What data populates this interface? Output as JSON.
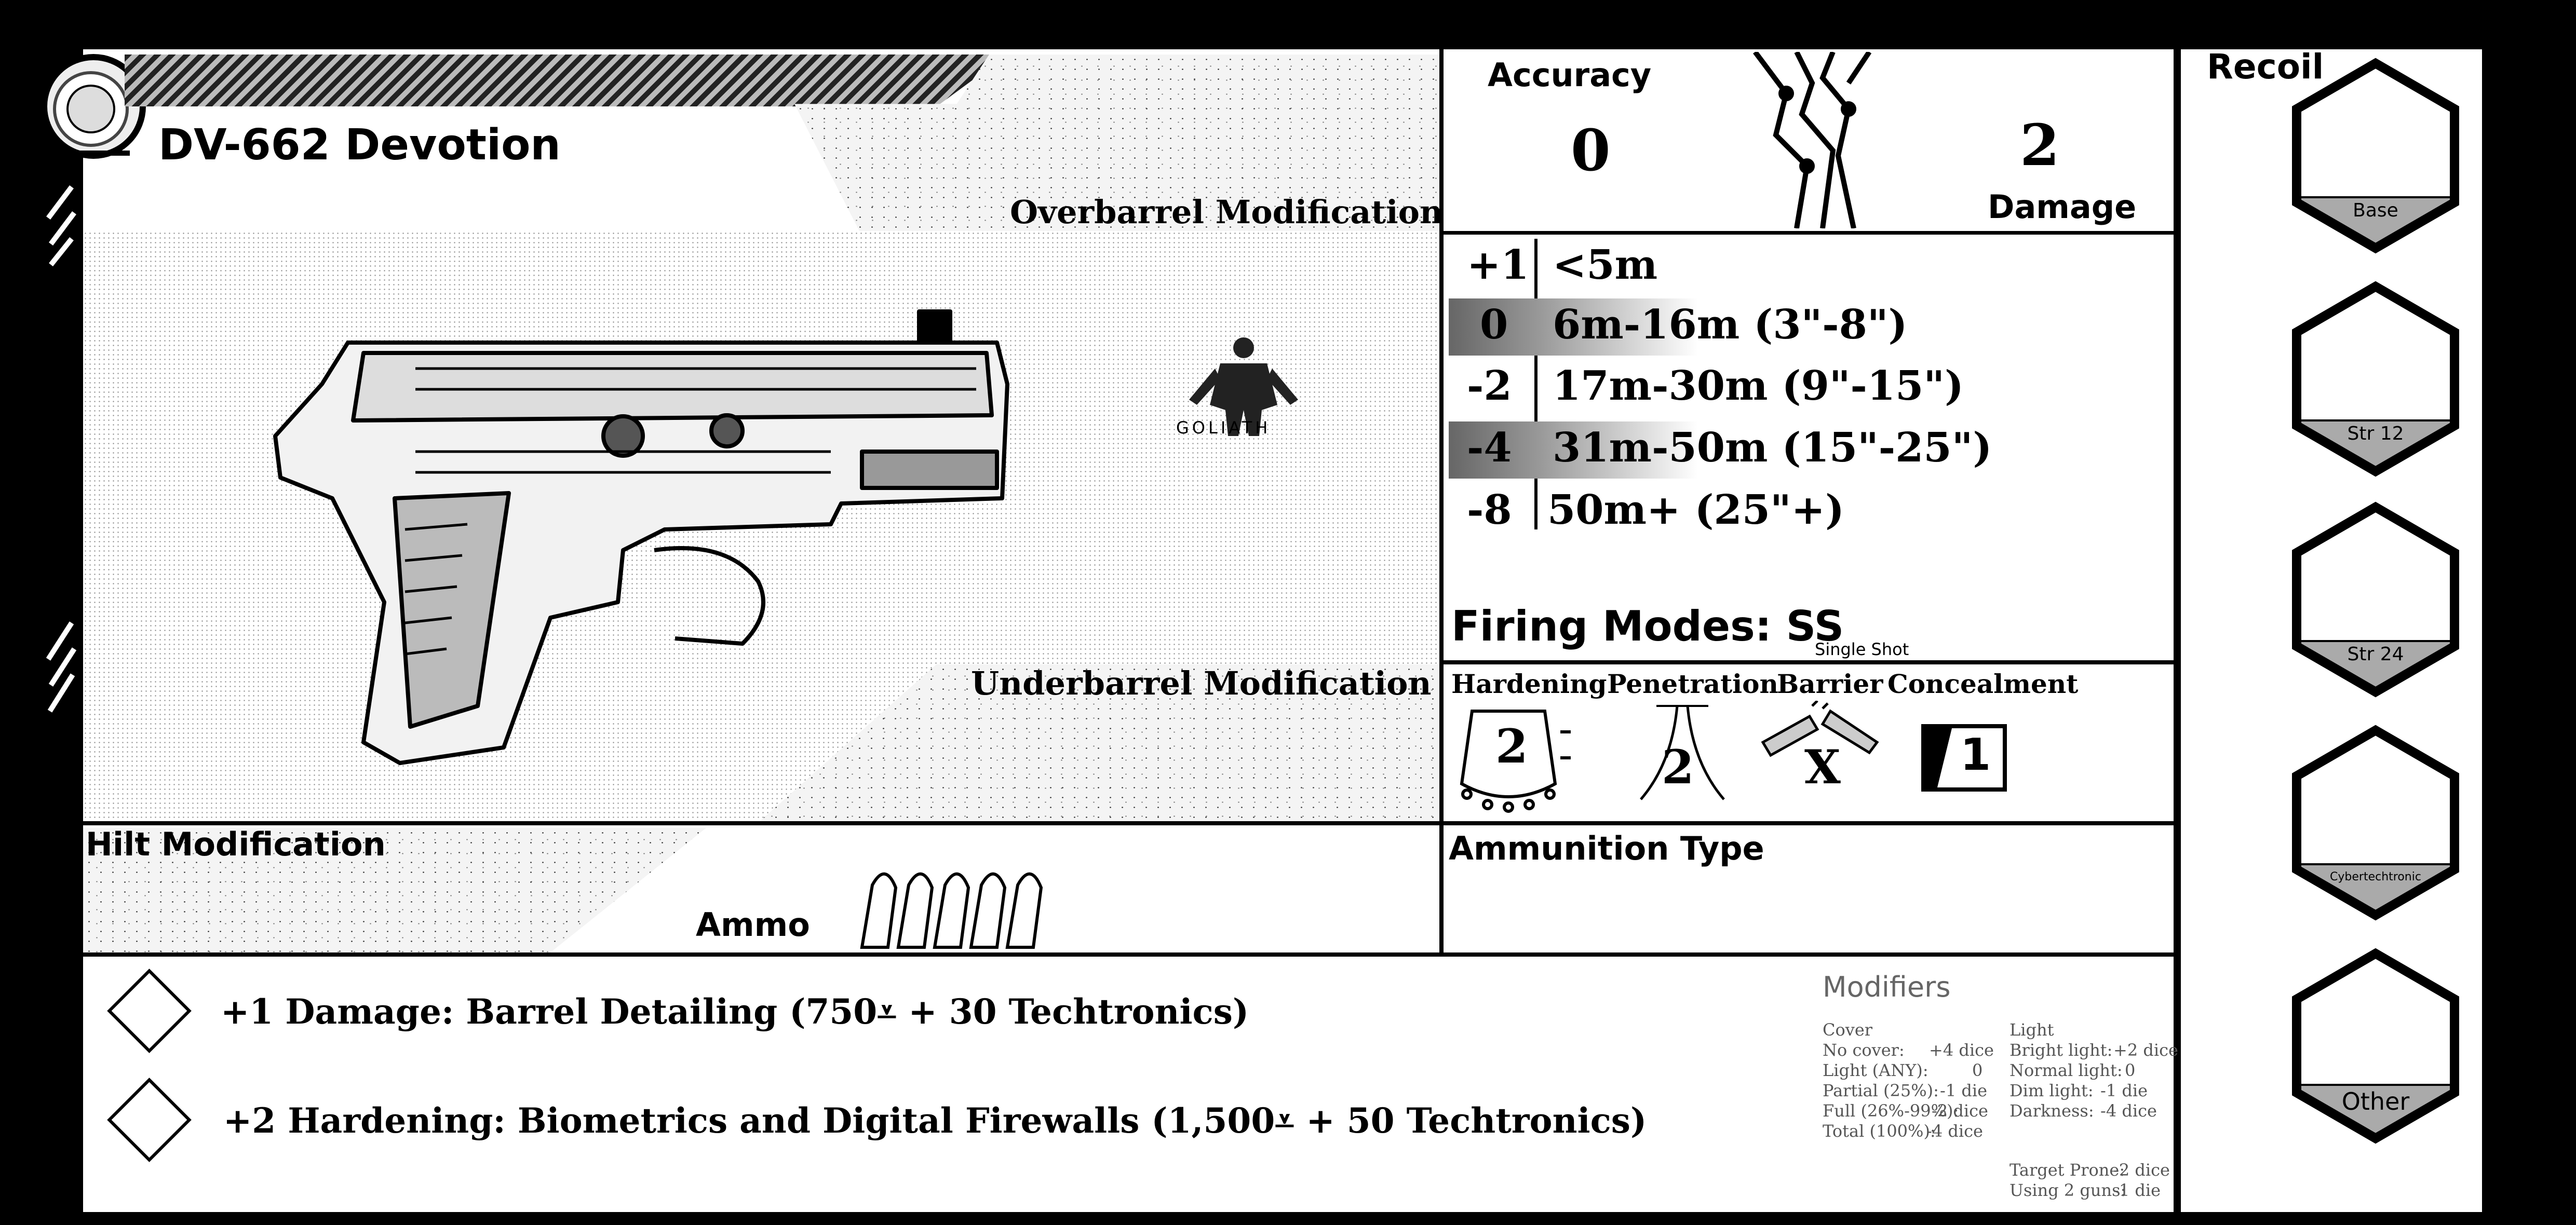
{
  "weapon": {
    "name": "DV-662 Devotion",
    "brand_logo_text": "GOLIATH"
  },
  "slots": {
    "overbarrel": "Overbarrel Modification",
    "underbarrel": "Underbarrel Modification",
    "hilt": "Hilt Modification",
    "ammo_label": "Ammo",
    "ammo_count": 5,
    "ammunition_type": "Ammunition Type"
  },
  "stats": {
    "accuracy_label": "Accuracy",
    "accuracy_value": "0",
    "damage_label": "Damage",
    "damage_value": "2"
  },
  "range_table": [
    {
      "mod": "+1",
      "range": "<5m",
      "shaded": false
    },
    {
      "mod": "0",
      "range": "6m-16m (3\"-8\")",
      "shaded": true
    },
    {
      "mod": "-2",
      "range": "17m-30m (9\"-15\")",
      "shaded": false
    },
    {
      "mod": "-4",
      "range": "31m-50m (15\"-25\")",
      "shaded": true
    },
    {
      "mod": "-8",
      "range": "50m+ (25\"+)",
      "shaded": false
    }
  ],
  "firing": {
    "label": "Firing Modes: SS",
    "subscript": "Single Shot"
  },
  "defense": {
    "hardening_label": "Hardening",
    "hardening_value": "2",
    "penetration_label": "Penetration",
    "penetration_value": "2",
    "barrier_label": "Barrier",
    "barrier_value": "X",
    "concealment_label": "Concealment",
    "concealment_value": "1"
  },
  "upgrades": [
    {
      "text": "+1 Damage: Barrel Detailing (750⩡ + 30 Techtronics)"
    },
    {
      "text": "+2 Hardening: Biometrics and Digital Firewalls (1,500⩡ + 50 Techtronics)"
    }
  ],
  "modifiers": {
    "title": "Modifiers",
    "cover_title": "Cover",
    "cover": [
      {
        "label": "No cover:",
        "value": "+4 dice"
      },
      {
        "label": "Light (ANY):",
        "value": "0"
      },
      {
        "label": "Partial (25%):",
        "value": "-1 die"
      },
      {
        "label": "Full (26%-99%):",
        "value": "-2 dice"
      },
      {
        "label": "Total (100%):",
        "value": "-4 dice"
      }
    ],
    "light_title": "Light",
    "light": [
      {
        "label": "Bright light:",
        "value": "+2 dice"
      },
      {
        "label": "Normal light:",
        "value": "0"
      },
      {
        "label": "Dim light:",
        "value": "-1 die"
      },
      {
        "label": "Darkness:",
        "value": "-4 dice"
      }
    ],
    "extra": [
      {
        "label": "Target Prone:",
        "value": "-2 dice"
      },
      {
        "label": "Using 2 guns:",
        "value": "-1 die"
      }
    ]
  },
  "recoil": {
    "title": "Recoil",
    "boxes": [
      "Base",
      "Str 12",
      "Str 24",
      "Cybertechtronic",
      "Other"
    ]
  }
}
